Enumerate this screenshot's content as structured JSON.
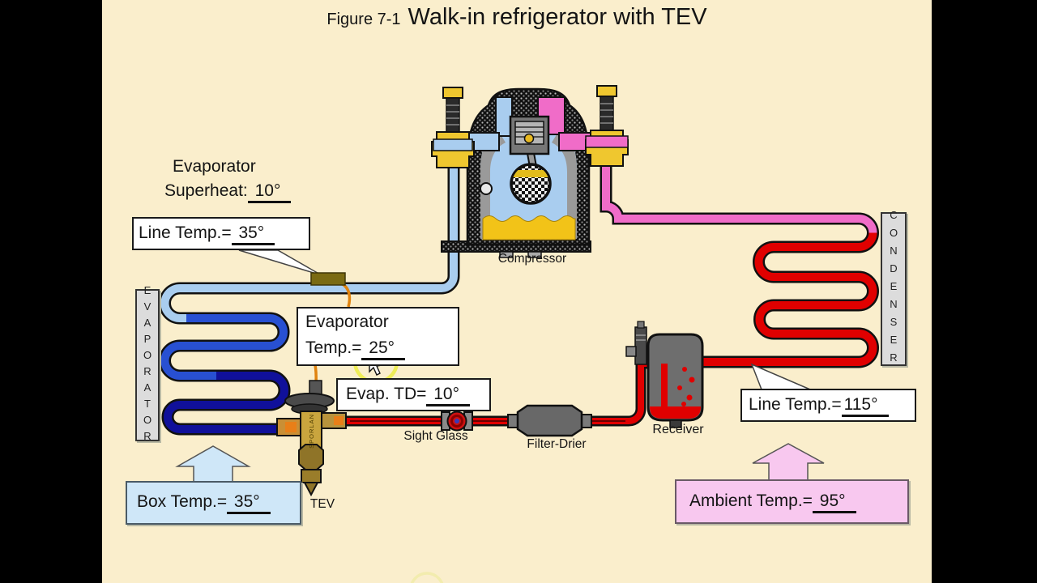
{
  "title": {
    "figure_label": "Figure 7-1",
    "main_title": "Walk-in refrigerator with TEV"
  },
  "component_labels": {
    "evaporator_vertical": "EVAPORATOR",
    "condenser_vertical": "CONDENSER",
    "compressor": "Compressor",
    "sight_glass": "Sight Glass",
    "filter_drier": "Filter-Drier",
    "receiver": "Receiver",
    "tev": "TEV",
    "tev_brand": "SPORLAN"
  },
  "callouts": {
    "superheat": {
      "line1": "Evaporator",
      "line2_prefix": "Superheat:",
      "value": " 10°"
    },
    "suction_line_temp": {
      "prefix": "Line Temp.=",
      "value": " 35°"
    },
    "evap_temp": {
      "line1": "Evaporator",
      "line2_prefix": "Temp.=",
      "value": " 25°"
    },
    "evap_td": {
      "prefix": "Evap. TD=",
      "value": " 10°"
    },
    "box_temp": {
      "prefix": "Box Temp.=",
      "value": " 35°"
    },
    "liquid_line_temp": {
      "prefix": "Line Temp.=",
      "value": "115°"
    },
    "ambient_temp": {
      "prefix": "Ambient Temp.=",
      "value": " 95°"
    }
  },
  "palette": {
    "background": "#FAEECC",
    "suction_line_blue": "#A9CDEF",
    "evaporator_mid_blue": "#2850D2",
    "evaporator_dark_blue": "#10109A",
    "liquid_line_red": "#E00000",
    "discharge_line_pink": "#F06CC8",
    "service_valve_yellow": "#EFC72F",
    "oil_yellow": "#F2C318",
    "tev_brass": "#C9A53E",
    "component_gray": "#6E6E6E",
    "label_box_gray": "#DCDCDC",
    "box_temp_fill": "#CFE7F8",
    "ambient_fill": "#F8C8EF",
    "highlight_yellow": "#ECEC4A",
    "callout_bg": "#FFFFFF"
  }
}
